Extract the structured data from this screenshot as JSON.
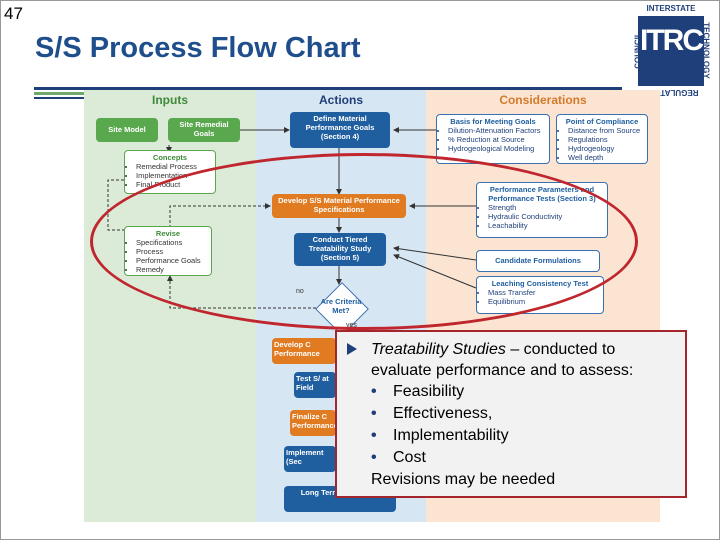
{
  "slide": {
    "number": "47",
    "title": "S/S Process Flow Chart"
  },
  "logo": {
    "top": "INTERSTATE",
    "left": "COUNCIL",
    "right": "TECHNOLOGY",
    "bottom": "REGULATORY",
    "letters": "ITRC"
  },
  "chart": {
    "columns": {
      "inputs": "Inputs",
      "actions": "Actions",
      "considerations": "Considerations"
    },
    "inputs": {
      "site_model": "Site Model",
      "site_remedial_goals": "Site Remedial Goals",
      "concepts": {
        "title": "Concepts",
        "items": [
          "Remedial Process",
          "Implementation",
          "Final Product"
        ]
      },
      "revise": {
        "title": "Revise",
        "items": [
          "Specifications",
          "Process",
          "Performance Goals",
          "Remedy"
        ]
      }
    },
    "actions": {
      "define": "Define Material Performance Goals (Section 4)",
      "develop_specs": "Develop S/S Material Performance Specifications",
      "conduct_tiered": "Conduct Tiered Treatability Study (Section 5)",
      "decision": "Are Criteria Met?",
      "no_label": "no",
      "yes_label": "yes",
      "develop_partial": "Develop C Performance",
      "test_partial": "Test S/ at Field",
      "finalize_partial": "Finalize C Performance",
      "implement_partial": "Implement (Sec",
      "long_term_partial": "Long Term (Section 7)"
    },
    "considerations": {
      "basis": {
        "title": "Basis for Meeting Goals",
        "items": [
          "Dilution-Attenuation Factors",
          "% Reduction at Source",
          "Hydrogeological Modeling"
        ]
      },
      "compliance": {
        "title": "Point of Compliance",
        "items": [
          "Distance from Source",
          "Regulations",
          "Hydrogeology",
          "Well depth"
        ]
      },
      "performance": {
        "title": "Performance Parameters and Performance Tests (Section 3)",
        "items": [
          "Strength",
          "Hydraulic Conductivity",
          "Leachability"
        ]
      },
      "candidate": "Candidate Formulations",
      "leaching": {
        "title": "Leaching Consistency Test",
        "items": [
          "Mass Transfer",
          "Equilibrium"
        ]
      }
    }
  },
  "callout": {
    "lead_italic": "Treatability Studies",
    "lead_rest": " – conducted to",
    "line2": "evaluate performance and to assess:",
    "bullets": [
      "Feasibility",
      "Effectiveness,",
      "Implementability",
      "Cost"
    ],
    "closing": "Revisions may be needed"
  }
}
